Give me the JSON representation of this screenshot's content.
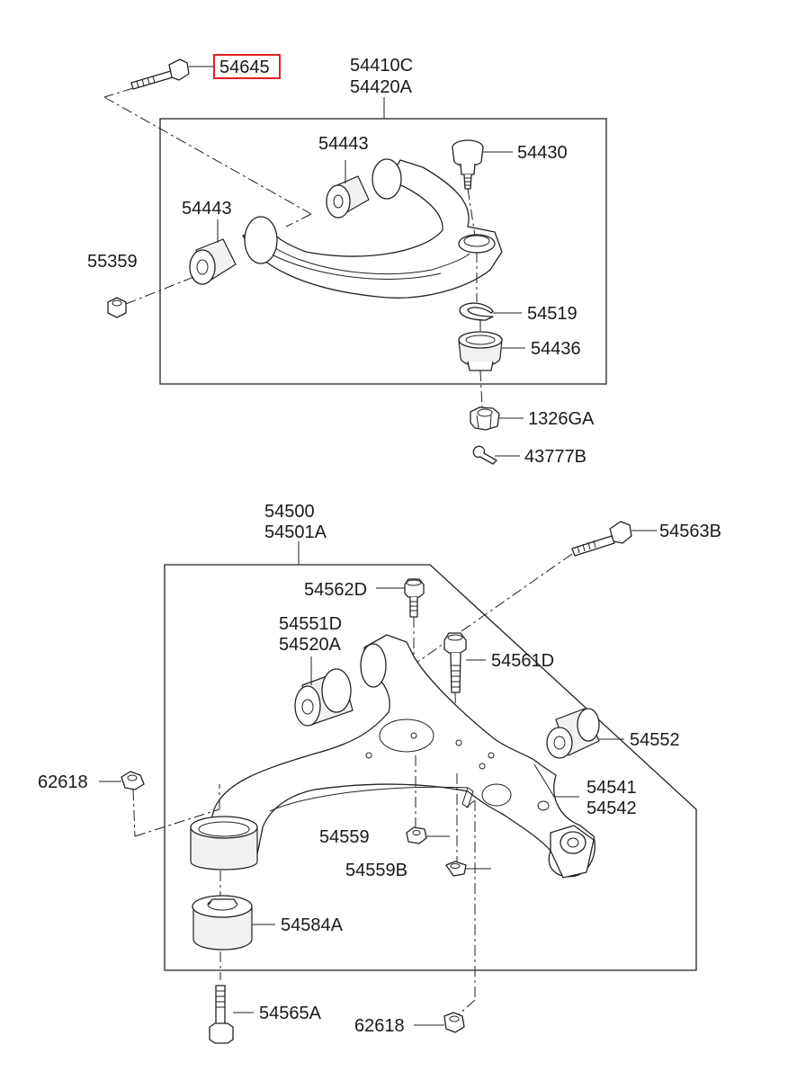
{
  "labels": {
    "p54645": "54645",
    "p54410C": "54410C",
    "p54420A": "54420A",
    "p54443a": "54443",
    "p54443b": "54443",
    "p54430": "54430",
    "p55359": "55359",
    "p54519": "54519",
    "p54436": "54436",
    "p1326GA": "1326GA",
    "p43777B": "43777B",
    "p54500": "54500",
    "p54501A": "54501A",
    "p54563B": "54563B",
    "p54562D": "54562D",
    "p54551D": "54551D",
    "p54520A": "54520A",
    "p54561D": "54561D",
    "p54552": "54552",
    "p62618a": "62618",
    "p54541": "54541",
    "p54542": "54542",
    "p54559": "54559",
    "p54559B": "54559B",
    "p54584A": "54584A",
    "p54565A": "54565A",
    "p62618b": "62618"
  },
  "colors": {
    "highlight": "#e0221f",
    "line": "#222222"
  },
  "highlighted_part": "54645"
}
